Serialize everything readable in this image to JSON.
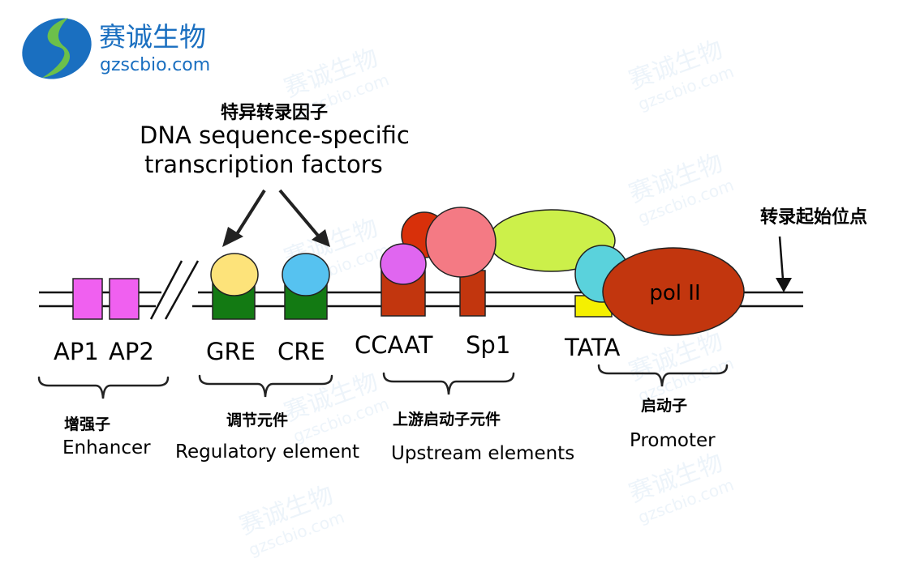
{
  "logo": {
    "name_cn": "赛诚生物",
    "domain": "gzscbio.com"
  },
  "watermark": {
    "text_cn": "赛诚生物",
    "text_en": "gzscbio.com"
  },
  "factors_heading": {
    "cn": "特异转录因子",
    "en_line1": "DNA sequence-specific",
    "en_line2": "transcription  factors"
  },
  "tss_label": "转录起始位点",
  "polymerase_label": "pol II",
  "elements": {
    "ap1": "AP1",
    "ap2": "AP2",
    "gre": "GRE",
    "cre": "CRE",
    "ccaat": "CCAAT",
    "sp1": "Sp1",
    "tata": "TATA"
  },
  "groups": {
    "enhancer": {
      "cn": "增强子",
      "en": "Enhancer"
    },
    "regulatory": {
      "cn": "调节元件",
      "en": "Regulatory element"
    },
    "upstream": {
      "cn": "上游启动子元件",
      "en": "Upstream elements"
    },
    "promoter": {
      "cn": "启动子",
      "en": "Promoter"
    }
  },
  "colors": {
    "logo_blue": "#1a6fc0",
    "logo_green": "#6cc04a",
    "dna_line": "#111111",
    "ap_box": "#f060f0",
    "block_green": "#137a13",
    "block_red": "#c2360e",
    "gre_protein": "#fde37a",
    "cre_protein": "#56c2f0",
    "ccaat_protein": "#e066f0",
    "small_red_protein": "#d8300a",
    "pink_protein": "#f47a84",
    "lime_protein": "#ccf04a",
    "cyan_protein": "#5ad2dc",
    "tata_box": "#f5f000",
    "pol2": "#c2360e"
  }
}
